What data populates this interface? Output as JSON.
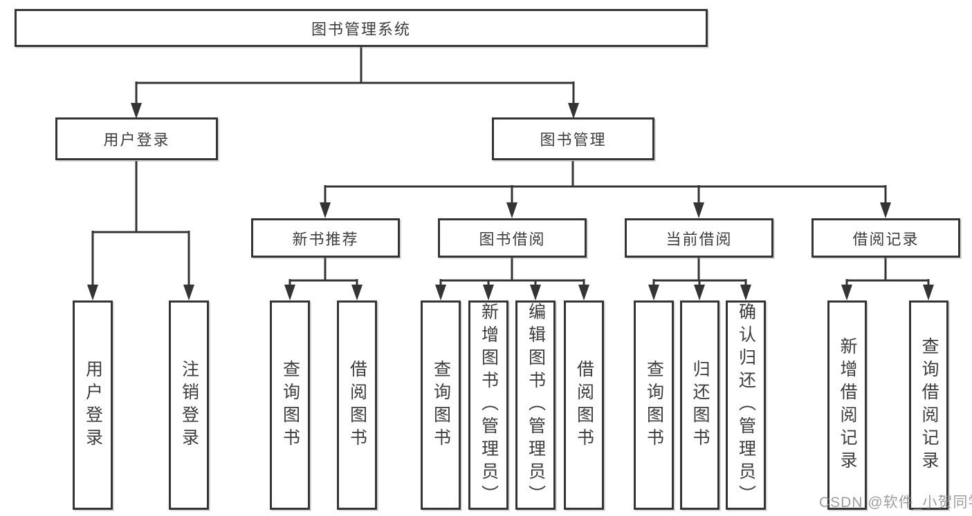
{
  "diagram_type": "hierarchy-tree",
  "tree": {
    "label": "图书管理系统",
    "children": [
      {
        "label": "用户登录",
        "children": [
          {
            "label": "用户登录"
          },
          {
            "label": "注销登录"
          }
        ]
      },
      {
        "label": "图书管理",
        "children": [
          {
            "label": "新书推荐",
            "children": [
              {
                "label": "查询图书"
              },
              {
                "label": "借阅图书"
              }
            ]
          },
          {
            "label": "图书借阅",
            "children": [
              {
                "label": "查询图书"
              },
              {
                "label": "新增图书（管理员）"
              },
              {
                "label": "编辑图书（管理员）"
              },
              {
                "label": "借阅图书"
              }
            ]
          },
          {
            "label": "当前借阅",
            "children": [
              {
                "label": "查询图书"
              },
              {
                "label": "归还图书"
              },
              {
                "label": "确认归还（管理员）"
              }
            ]
          },
          {
            "label": "借阅记录",
            "children": [
              {
                "label": "新增借阅记录"
              },
              {
                "label": "查询借阅记录"
              }
            ]
          }
        ]
      }
    ]
  },
  "watermark": "CSDN @软件_小贺同学",
  "colors": {
    "background": "#ffffff",
    "line": "#343434",
    "box_border": "#343434",
    "text": "#3c3c3c",
    "watermark": "#8c8c8c"
  }
}
